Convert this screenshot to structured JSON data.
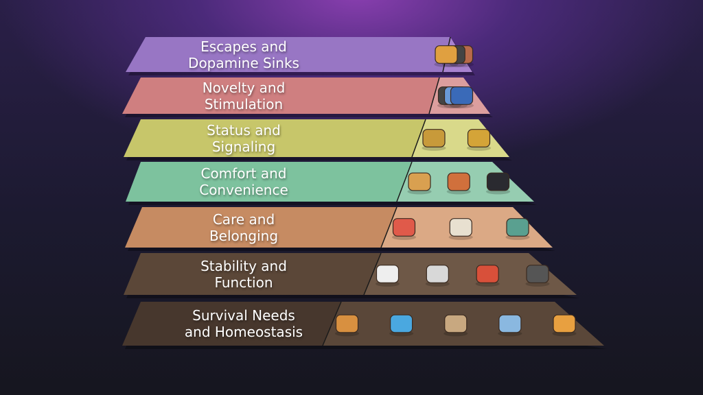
{
  "layers": [
    {
      "line1": "Escapes and",
      "line2": "Dopamine Sinks",
      "left_color": "#9876c4",
      "right_color": "#a882cf",
      "icons": [
        "snack-box-icon",
        "game-controller-icon",
        "junk-food-icon"
      ]
    },
    {
      "line1": "Novelty and",
      "line2": "Stimulation",
      "left_color": "#cf7f80",
      "right_color": "#dc9e9e",
      "icons": [
        "game-controller-icon",
        "chat-bubble-icon",
        "thumbs-up-icon"
      ]
    },
    {
      "line1": "Status and",
      "line2": "Signaling",
      "left_color": "#c7c66a",
      "right_color": "#d9d98a",
      "icons": [
        "sports-car-icon",
        "gold-watch-icon"
      ]
    },
    {
      "line1": "Comfort and",
      "line2": "Convenience",
      "left_color": "#7dc29e",
      "right_color": "#96cdb1",
      "icons": [
        "delivery-box-icon",
        "armchair-icon",
        "tv-icon"
      ]
    },
    {
      "line1": "Care and",
      "line2": "Belonging",
      "left_color": "#c68b62",
      "right_color": "#dba985",
      "icons": [
        "heart-pulse-icon",
        "family-dinner-icon",
        "hug-icon"
      ]
    },
    {
      "line1": "Stability and",
      "line2": "Function",
      "left_color": "#5b4738",
      "right_color": "#6e5847",
      "icons": [
        "calendar-icon",
        "bus-icon",
        "toolbox-icon",
        "power-plug-icon"
      ]
    },
    {
      "line1": "Survival Needs",
      "line2": "and Homeostasis",
      "left_color": "#47372d",
      "right_color": "#5a4739",
      "icons": [
        "bread-icon",
        "water-drop-icon",
        "house-icon",
        "sleep-icon",
        "medicine-bottle-icon"
      ]
    }
  ]
}
